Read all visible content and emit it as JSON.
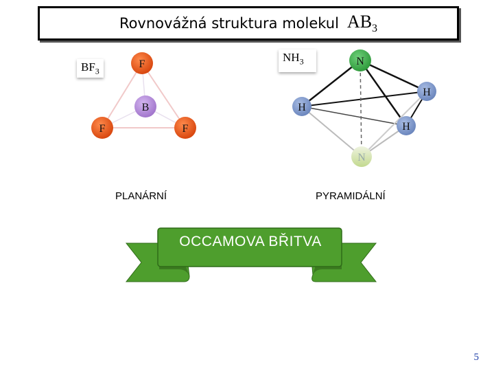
{
  "title": {
    "text": "Rovnovážná struktura molekul",
    "formula_main": "AB",
    "formula_sub": "3"
  },
  "bf3": {
    "label_main": "BF",
    "label_sub": "3",
    "central_atom": "B",
    "atoms": [
      "F",
      "F",
      "F"
    ],
    "caption": "PLANÁRNÍ"
  },
  "nh3": {
    "label_main": "NH",
    "label_sub": "3",
    "top_atom": "N",
    "shadow_atom": "N",
    "h_atoms": [
      "H",
      "H",
      "H"
    ],
    "caption": "PYRAMIDÁLNÍ"
  },
  "banner": {
    "text": "OCCAMOVA BŘITVA"
  },
  "page_number": "5",
  "colors": {
    "fluorine": "#e8581c",
    "boron": "#b58ad9",
    "nitrogen": "#3ea64b",
    "nitrogen_faded": "#c9dd9a",
    "hydrogen": "#7f98c8",
    "ribbon": "#4e9e2d",
    "ribbon_dark": "#3b7a20",
    "page_number": "#1f3fa8"
  }
}
